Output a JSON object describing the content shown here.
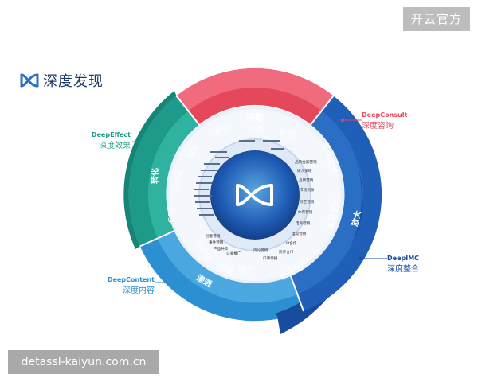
{
  "watermark_top": "开云官方",
  "logo": {
    "text": "深度发现"
  },
  "diagram": {
    "segments": {
      "decision": {
        "title": "决断",
        "items": [
          "定位",
          "体系",
          "协同"
        ],
        "color": "#e5475b"
      },
      "conversion": {
        "title": "转化",
        "items": [
          "CPS",
          "DATA",
          "ROI"
        ],
        "color": "#1e9a8a"
      },
      "penetration": {
        "title": "渗透",
        "items": [
          "话语权",
          "流量",
          "资产"
        ],
        "color": "#2b8fd1"
      },
      "amplify": {
        "title": "放大",
        "items": [
          "节点营销",
          "流量竞争",
          "新品推广"
        ],
        "color": "#174c9e"
      }
    },
    "external_labels": {
      "deepeffect": {
        "en": "DeepEffect",
        "cn": "深度效果"
      },
      "deepconsult": {
        "en": "DeepConsult",
        "cn": "深度咨询"
      },
      "deepcontent": {
        "en": "DeepContent",
        "cn": "深度内容"
      },
      "deepimc": {
        "en": "DeepIMC",
        "cn": "深度整合"
      }
    },
    "inner_ring": {
      "right_items": [
        "品牌全案营销",
        "媒介策略",
        "品牌营销",
        "市场洞察",
        "综艺营销",
        "体育营销",
        "电商营销",
        "电竞营销",
        "IP合作",
        "跨界合作"
      ],
      "bottom_items": [
        "创意营销",
        "事件营销",
        "产品种草",
        "公关推广",
        "舆论营销",
        "口碑传播"
      ]
    }
  },
  "watermark_bottom": "detassl-kaiyun.com.cn"
}
